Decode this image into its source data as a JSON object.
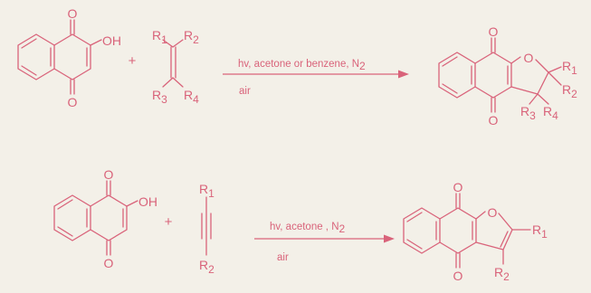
{
  "colors": {
    "ink": "#d9637a",
    "paper": "#f3f0e8"
  },
  "reactions": [
    {
      "reactant1": {
        "carbonyl_top": "O",
        "carbonyl_bottom": "O",
        "hydroxyl": "OH"
      },
      "plus": "+",
      "reactant2": {
        "r1": "R",
        "r1_sub": "1",
        "r2": "R",
        "r2_sub": "2",
        "r3": "R",
        "r3_sub": "3",
        "r4": "R",
        "r4_sub": "4"
      },
      "conditions_above": "hv, acetone or benzene, N",
      "conditions_above_sub": "2",
      "conditions_below": "air",
      "product": {
        "carbonyl_top": "O",
        "carbonyl_bottom": "O",
        "ring_oxygen": "O",
        "r1": "R",
        "r1_sub": "1",
        "r2": "R",
        "r2_sub": "2",
        "r3": "R",
        "r3_sub": "3",
        "r4": "R",
        "r4_sub": "4"
      }
    },
    {
      "reactant1": {
        "carbonyl_top": "O",
        "carbonyl_bottom": "O",
        "hydroxyl": "OH"
      },
      "plus": "+",
      "reactant2": {
        "r1": "R",
        "r1_sub": "1",
        "r2": "R",
        "r2_sub": "2"
      },
      "conditions_above": "hv, acetone , N",
      "conditions_above_sub": "2",
      "conditions_below": "air",
      "product": {
        "carbonyl_top": "O",
        "carbonyl_bottom": "O",
        "ring_oxygen": "O",
        "r1": "R",
        "r1_sub": "1",
        "r2": "R",
        "r2_sub": "2"
      }
    }
  ]
}
